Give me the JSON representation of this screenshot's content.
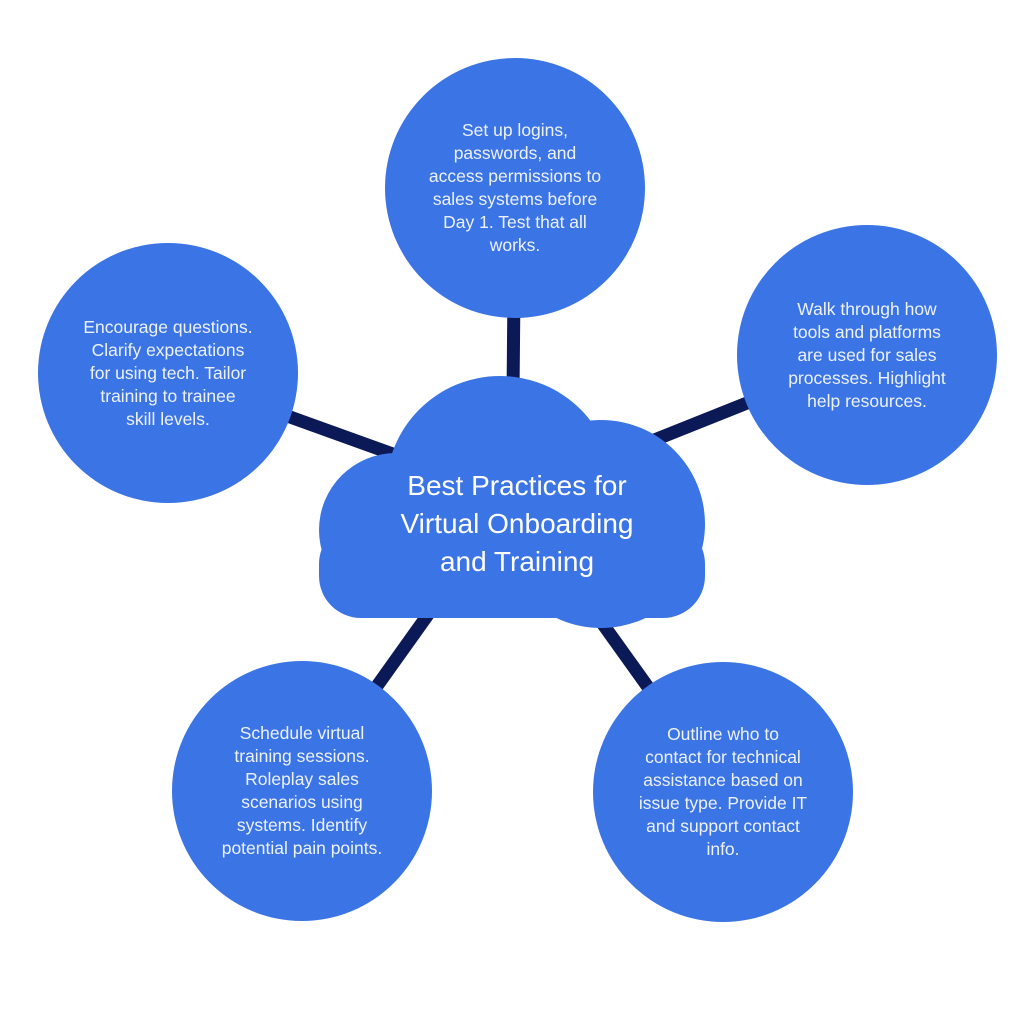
{
  "diagram": {
    "type": "mind-map",
    "title": "Best Practices for\nVirtual Onboarding\nand Training",
    "nodes": [
      {
        "id": "setup-logins",
        "position": "top",
        "text": "Set up logins,\npasswords, and\naccess permissions to\nsales systems before\nDay 1. Test that all\nworks."
      },
      {
        "id": "walkthrough-tools",
        "position": "right",
        "text": "Walk through how\ntools and platforms\nare used for sales\nprocesses. Highlight\nhelp resources."
      },
      {
        "id": "encourage-questions",
        "position": "left",
        "text": "Encourage questions.\nClarify expectations\nfor using tech. Tailor\ntraining to trainee\nskill levels."
      },
      {
        "id": "schedule-training",
        "position": "bottom-left",
        "text": "Schedule virtual\ntraining sessions.\nRoleplay sales\nscenarios using\nsystems. Identify\npotential pain points."
      },
      {
        "id": "outline-contacts",
        "position": "bottom-right",
        "text": "Outline who to\ncontact for technical\nassistance based on\nissue type. Provide IT\nand support contact\ninfo."
      }
    ],
    "colors": {
      "background": "#ffffff",
      "node_fill": "#3B74E5",
      "connector": "#0B1956",
      "node_text": "#EDF2FA",
      "title_text": "#FFFFFF"
    }
  }
}
